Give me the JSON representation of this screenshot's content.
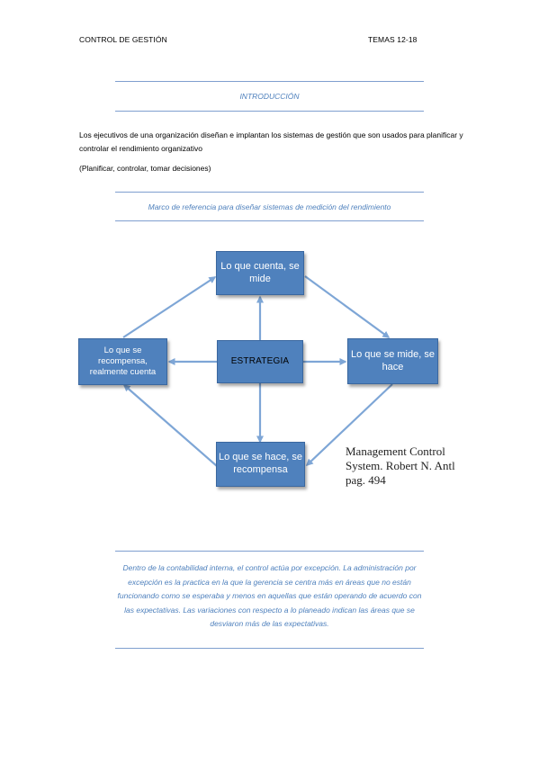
{
  "header": {
    "left": "CONTROL DE GESTIÓN",
    "right": "TEMAS 12-18"
  },
  "intro": {
    "heading": "INTRODUCCIÓN",
    "paragraph": "Los ejecutivos de una organización diseñan e implantan los sistemas de gestión que son usados para planificar y controlar el rendimiento organizativo",
    "note": "(Planificar, controlar, tomar decisiones)"
  },
  "framework": {
    "caption": "Marco de referencia para diseñar sistemas de medición del rendimiento"
  },
  "diagram": {
    "top": "Lo que cuenta, se mide",
    "left": "Lo que se recompensa, realmente cuenta",
    "center": "ESTRATEGIA",
    "right": "Lo que se mide, se hace",
    "bottom": "Lo que se hace, se recompensa",
    "box_color": "#4f81bd",
    "arrow_color": "#7ea6d6"
  },
  "citation": {
    "line1": "Management Control",
    "line2": "System. Robert N. Antl",
    "line3": "pag. 494"
  },
  "closing_quote": "Dentro de la contabilidad interna, el control actúa por excepción. La administración por excepción es la practica en la que la gerencia se centra más en áreas que no están funcionando como se esperaba y menos en aquellas que están operando de acuerdo con las expectativas. Las variaciones con respecto a lo planeado indican las áreas que se desviaron más de las expectativas."
}
